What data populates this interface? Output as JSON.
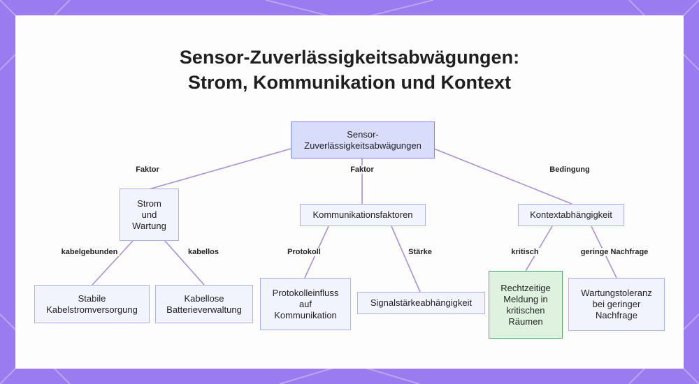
{
  "title": {
    "line1": "Sensor-Zuverlässigkeitsabwägungen:",
    "line2": "Strom, Kommunikation und Kontext"
  },
  "nodes": {
    "root": "Sensor-\nZuverlässigkeitsabwägungen",
    "strom": "Strom\nund\nWartung",
    "komm": "Kommunikationsfaktoren",
    "kontext": "Kontextabhängigkeit",
    "stabile": "Stabile\nKabelstromversorgung",
    "kabellose": "Kabellose\nBatterieverwaltung",
    "protokoll": "Protokolleinfluss\nauf\nKommunikation",
    "signal": "Signalstärkeabhängigkeit",
    "rechtzeitig": "Rechtzeitige\nMeldung in\nkritischen\nRäumen",
    "wartung": "Wartungstoleranz\nbei geringer\nNachfrage"
  },
  "edge_labels": {
    "faktor1": "Faktor",
    "faktor2": "Faktor",
    "bedingung": "Bedingung",
    "kabelgebunden": "kabelgebunden",
    "kabellos": "kabellos",
    "protokoll": "Protokoll",
    "staerke": "Stärke",
    "kritisch": "kritisch",
    "geringe": "geringe Nachfrage"
  },
  "colors": {
    "frame": "#9b7cf0",
    "edge": "#a98fdc",
    "node_fill": "#f1f3fd",
    "root_fill": "#d9ddfb",
    "highlight_fill": "#dff1df",
    "highlight_border": "#5fa86a"
  }
}
